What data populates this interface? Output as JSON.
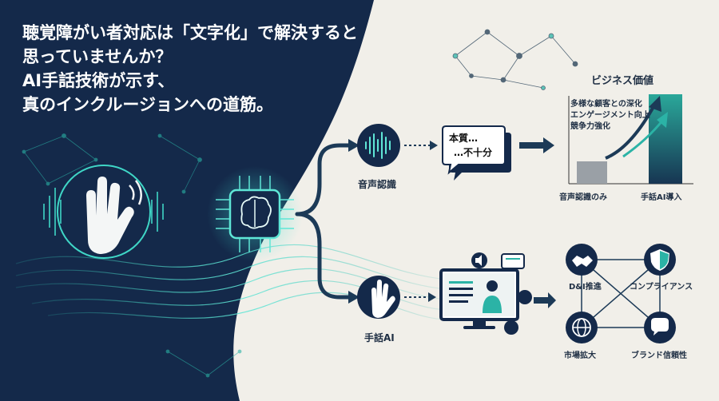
{
  "headline": [
    "聴覚障がい者対応は「文字化」で解決すると",
    "思っていませんか？",
    "AI手話技術が示す、",
    "真のインクルージョンへの道筋。"
  ],
  "speech_path": {
    "label": "音声認識",
    "bubble_lines": [
      "本質…",
      "…不十分"
    ]
  },
  "sign_path": {
    "label": "手話AI"
  },
  "business_value": {
    "title": "ビジネス価値",
    "items": [
      "多様な顧客との深化",
      "エンゲージメント向上",
      "競争力強化"
    ],
    "bar_labels": [
      "音声認識のみ",
      "手話AI導入"
    ],
    "bars_relative_height": [
      0.25,
      1.0
    ]
  },
  "outcomes": [
    "D&I推進",
    "コンプライアンス",
    "市場拡大",
    "ブランド信頼性"
  ],
  "colors": {
    "navy": "#14294a",
    "teal": "#2bb3a6",
    "cream": "#f1efe9",
    "dark_icon": "#1d3a55"
  },
  "icons": [
    "hand-sign-icon",
    "brain-chip-icon",
    "soundwave-icon",
    "speech-bubble-icon",
    "raised-hand-icon",
    "monitor-icon",
    "handshake-icon",
    "shield-icon",
    "globe-icon",
    "chat-icon"
  ]
}
